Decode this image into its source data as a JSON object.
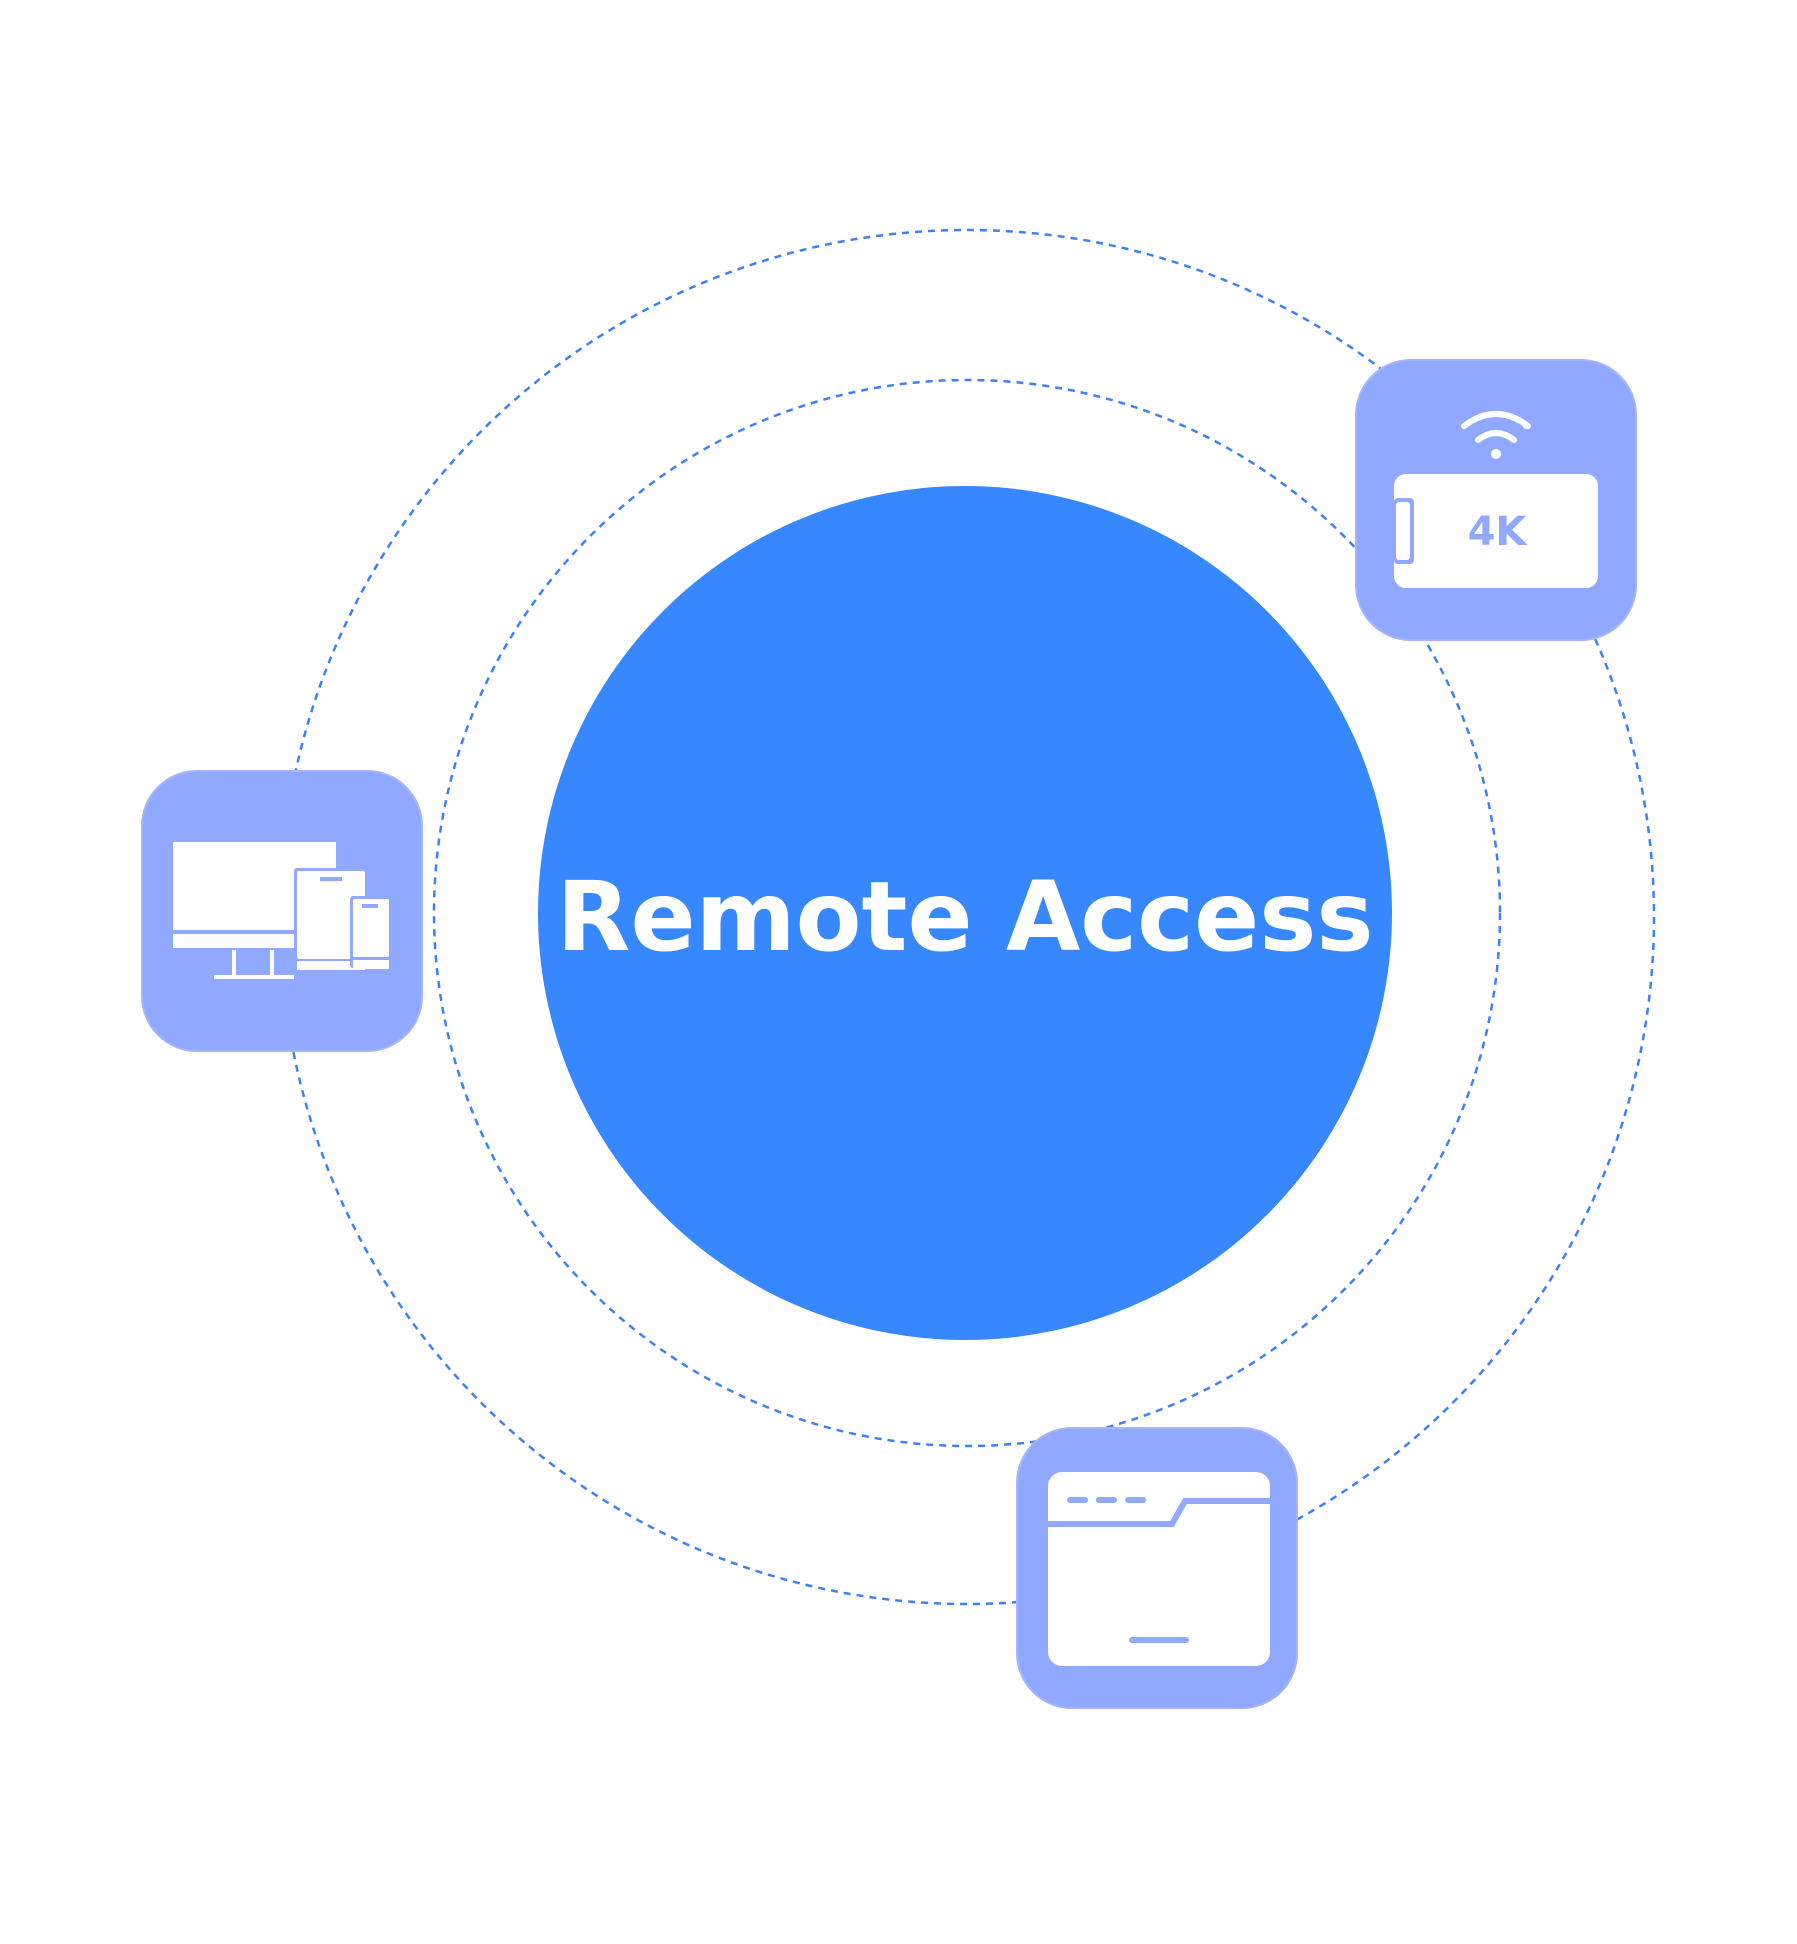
{
  "diagram": {
    "center": {
      "label": "Remote Access",
      "color": "#3788ff"
    },
    "ring_color": "#3b82f6",
    "tile_color": "#90a9ff",
    "tiles": [
      {
        "name": "4k-streaming-tile",
        "icon": "wifi-4k-display-icon",
        "badge": "4K"
      },
      {
        "name": "multi-device-tile",
        "icon": "devices-icon"
      },
      {
        "name": "browser-window-tile",
        "icon": "browser-window-icon"
      }
    ]
  }
}
